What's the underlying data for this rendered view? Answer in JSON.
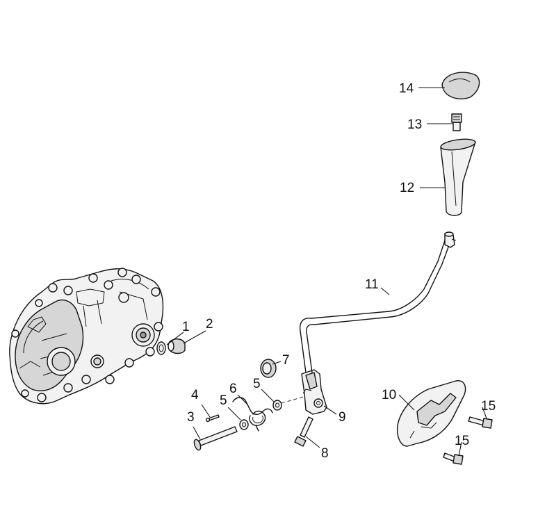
{
  "callouts": [
    {
      "id": "c1",
      "label": "1"
    },
    {
      "id": "c2",
      "label": "2"
    },
    {
      "id": "c3",
      "label": "3"
    },
    {
      "id": "c4",
      "label": "4"
    },
    {
      "id": "c5a",
      "label": "5"
    },
    {
      "id": "c6",
      "label": "6"
    },
    {
      "id": "c5b",
      "label": "5"
    },
    {
      "id": "c7",
      "label": "7"
    },
    {
      "id": "c8",
      "label": "8"
    },
    {
      "id": "c9",
      "label": "9"
    },
    {
      "id": "c10",
      "label": "10"
    },
    {
      "id": "c11",
      "label": "11"
    },
    {
      "id": "c12",
      "label": "12"
    },
    {
      "id": "c13",
      "label": "13"
    },
    {
      "id": "c14",
      "label": "14"
    },
    {
      "id": "c15a",
      "label": "15"
    },
    {
      "id": "c15b",
      "label": "15"
    }
  ]
}
